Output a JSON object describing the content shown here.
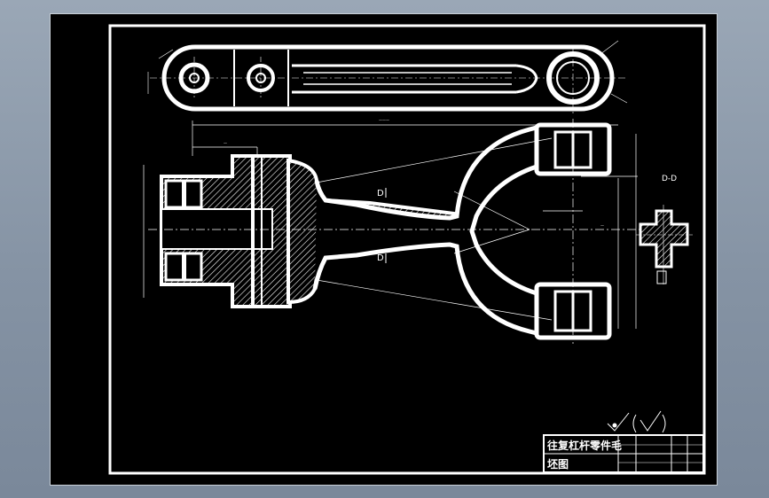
{
  "drawing": {
    "section_label": "D-D",
    "cut_mark_upper": "D",
    "cut_mark_lower": "D",
    "title_block": {
      "part_name": "往复杠杆零件毛",
      "drawing_label": "坯图"
    }
  },
  "colors": {
    "background_outer": "#8a97a8",
    "paper": "#000000",
    "line": "#ffffff"
  }
}
